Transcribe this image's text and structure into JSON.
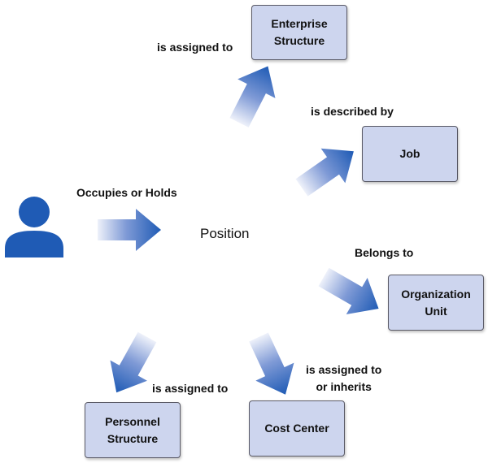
{
  "center": {
    "label": "Position"
  },
  "boxes": {
    "enterprise": "Enterprise\nStructure",
    "job": "Job",
    "org_unit": "Organization\nUnit",
    "personnel": "Personnel\nStructure",
    "cost_center": "Cost Center"
  },
  "relations": {
    "occupies": "Occupies or Holds",
    "enterprise": "is assigned to",
    "job": "is described by",
    "org_unit": "Belongs to",
    "personnel": "is assigned to",
    "cost_center": "is assigned to\nor inherits"
  },
  "icons": {
    "person": "person-icon"
  },
  "colors": {
    "arrow_dark": "#1f5bb5",
    "arrow_light": "#eef1fa",
    "box_fill": "#cdd5ee",
    "icon": "#1f5bb5"
  }
}
